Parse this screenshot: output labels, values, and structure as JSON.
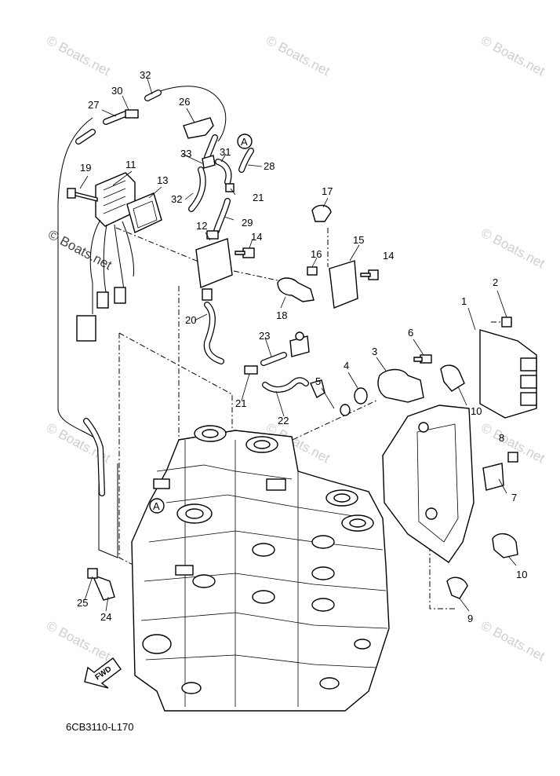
{
  "diagram": {
    "code": "6CB3110-L170",
    "watermark": "© Boats.net",
    "fwd_label": "FWD",
    "ref_marker": "A",
    "callouts": [
      "1",
      "2",
      "3",
      "4",
      "5",
      "6",
      "7",
      "8",
      "9",
      "10",
      "10",
      "11",
      "12",
      "13",
      "14",
      "14",
      "15",
      "16",
      "17",
      "18",
      "19",
      "20",
      "21",
      "21",
      "22",
      "23",
      "24",
      "25",
      "26",
      "27",
      "28",
      "29",
      "30",
      "31",
      "32",
      "32",
      "33"
    ]
  }
}
